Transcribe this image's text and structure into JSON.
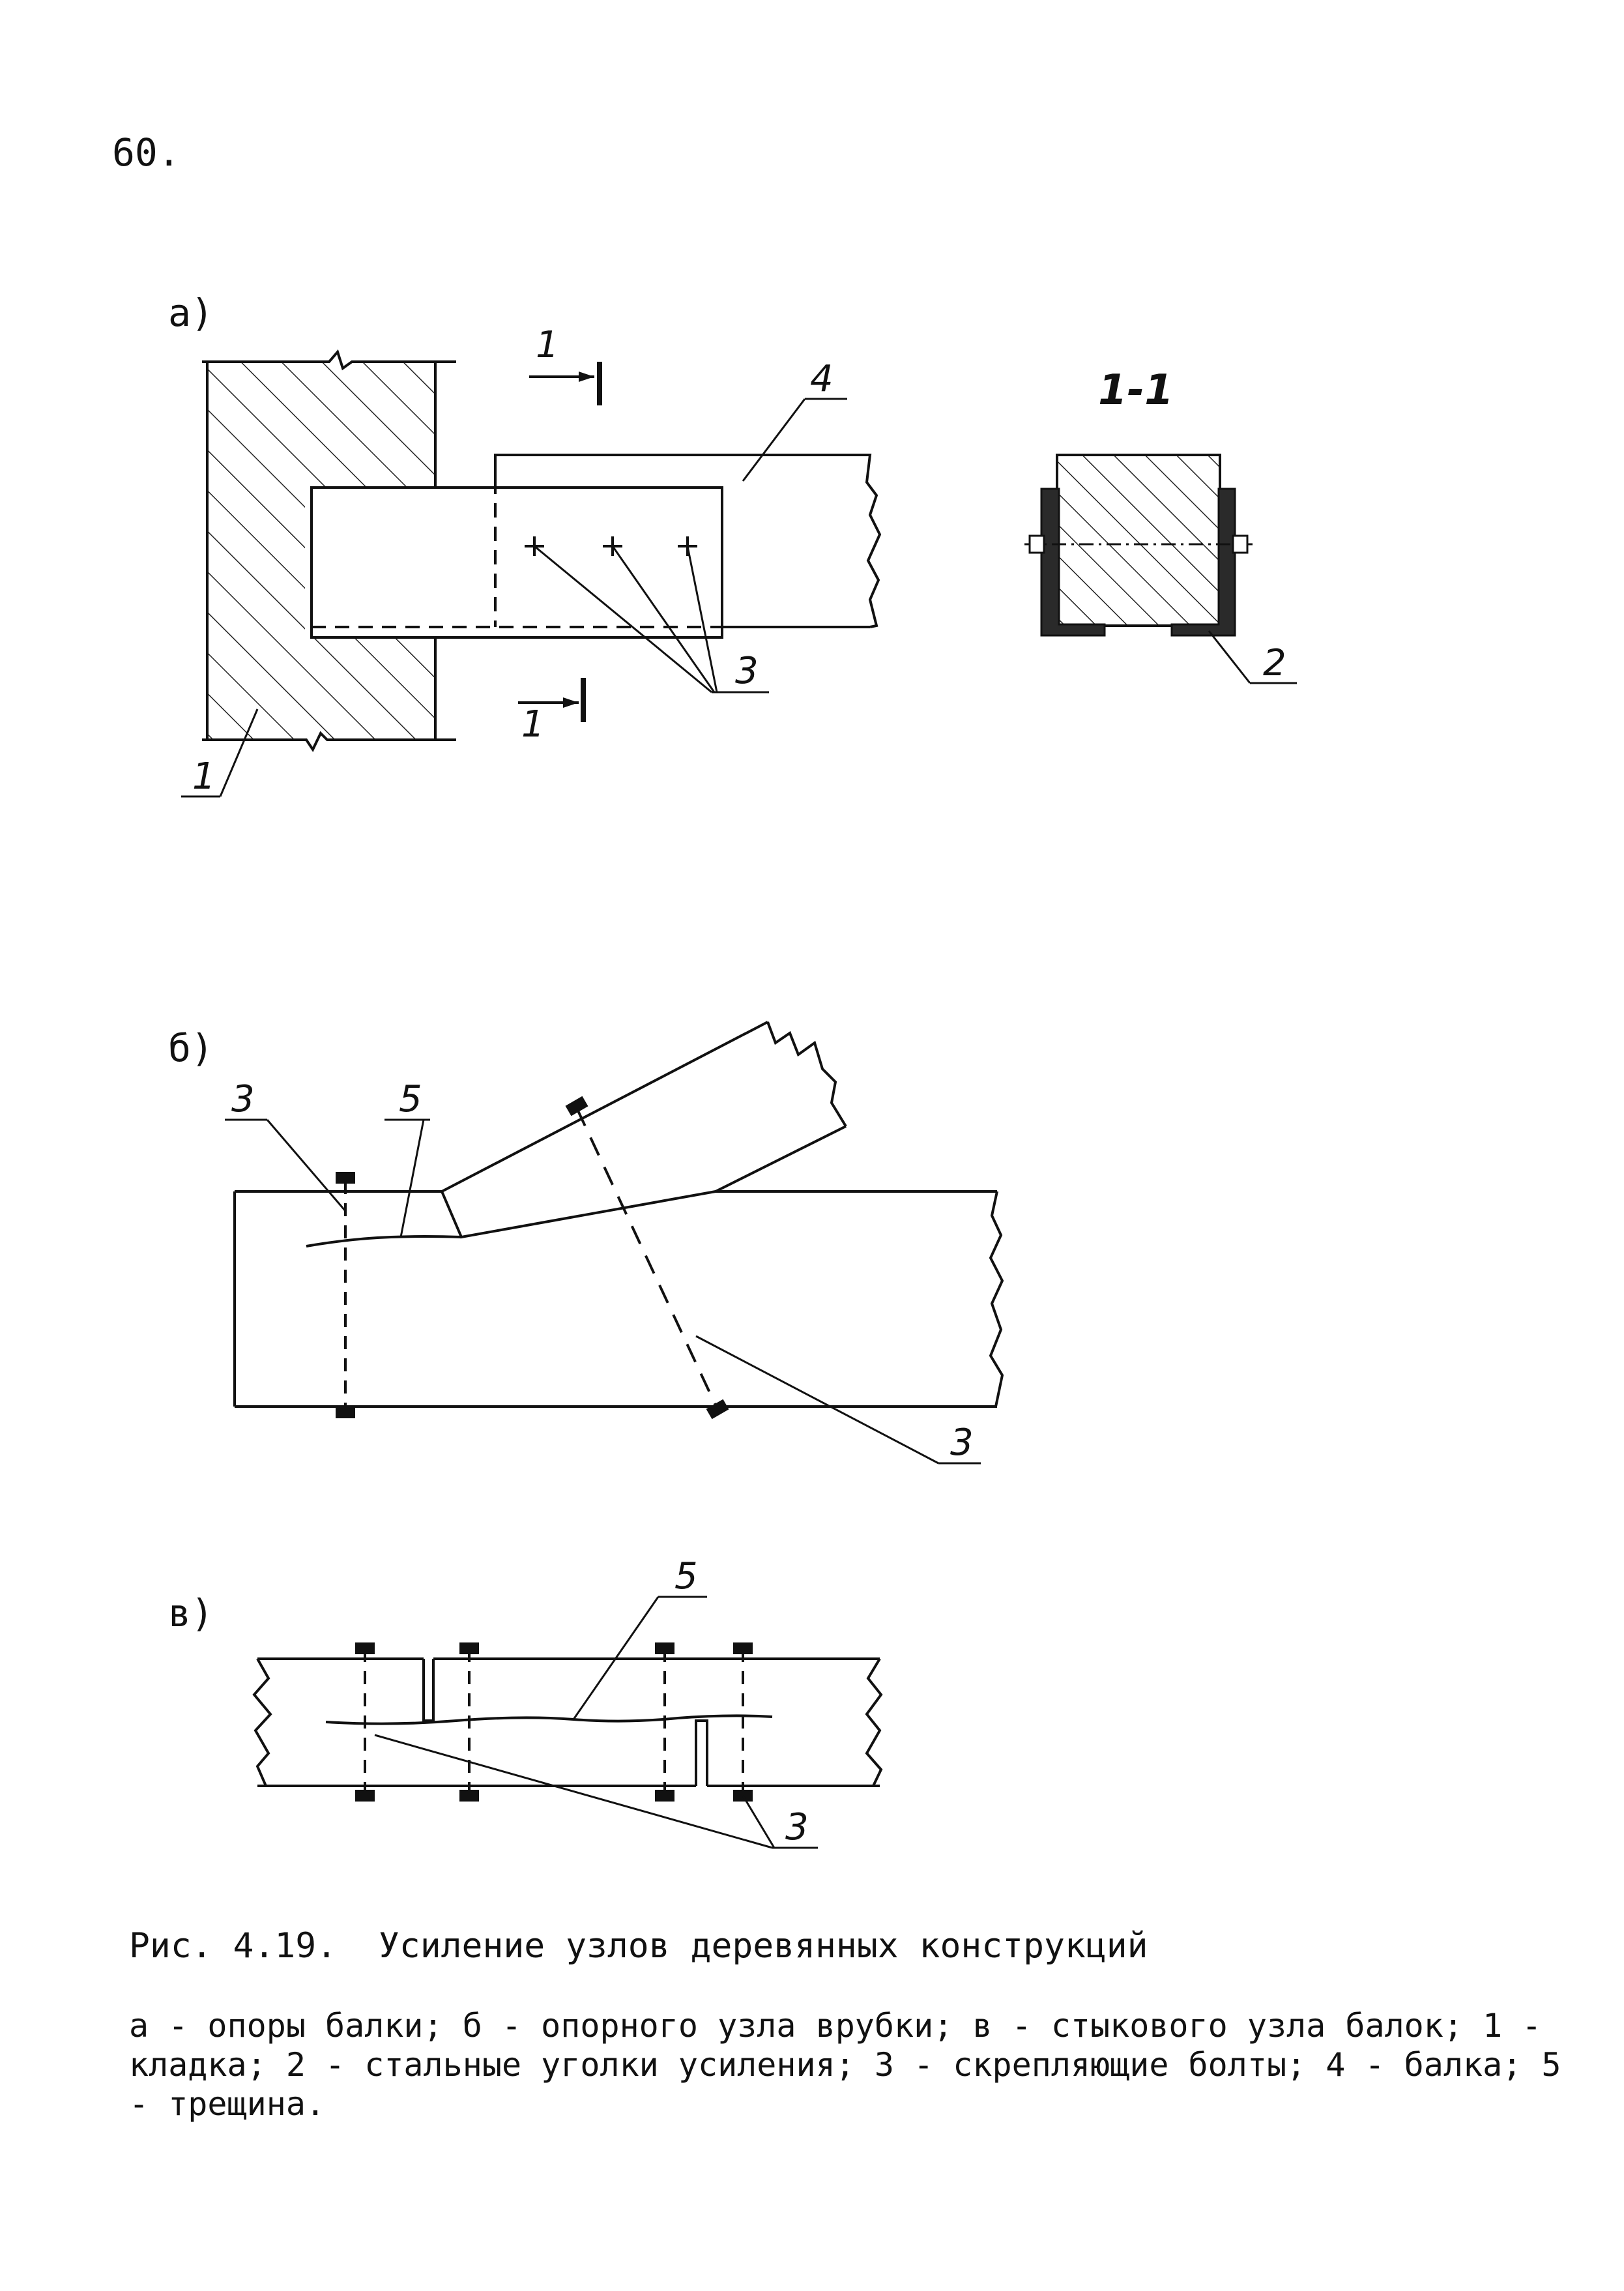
{
  "page_number": "60.",
  "figure": {
    "panels": {
      "a": "а)",
      "b": "б)",
      "v": "в)"
    },
    "section_title": "1-1",
    "section_marks": [
      "1",
      "1"
    ],
    "callouts_a": {
      "masonry": "1",
      "angle": "2",
      "bolts": "3",
      "beam": "4"
    },
    "callouts_b": {
      "bolt_left": "3",
      "crack": "5",
      "bolt_right": "3"
    },
    "callouts_v": {
      "crack": "5",
      "bolts": "3"
    }
  },
  "caption": {
    "title": "Рис. 4.19.  Усиление узлов деревянных конструкций",
    "body": "а - опоры балки; б - опорного узла врубки; в - стыкового узла балок; 1 - кладка; 2 - стальные уголки усиления; 3 - скрепляющие болты; 4 - балка; 5 - трещина."
  }
}
